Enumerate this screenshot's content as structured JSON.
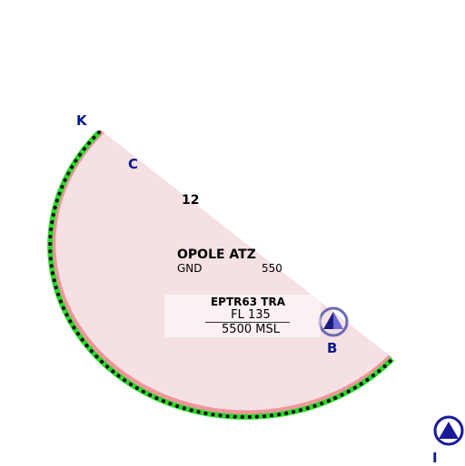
{
  "map": {
    "zones": [
      {
        "name": "OPOLE ATZ",
        "lower_limit": "GND",
        "upper_limit_partial": "550",
        "partial_label": "12"
      },
      {
        "name": "EPTR63 TRA",
        "upper_limit": "FL 135",
        "lower_limit": "5500 MSL"
      }
    ],
    "waypoints": [
      {
        "id": "K",
        "label": "K",
        "symbol": "none"
      },
      {
        "id": "C",
        "label": "C",
        "symbol": "none"
      },
      {
        "id": "B",
        "label": "B",
        "symbol": "triangle-in-circle-icon"
      },
      {
        "id": "I",
        "label": "I",
        "symbol": "triangle-in-circle-icon"
      }
    ],
    "colors": {
      "zone_fill": "#f5e1e3",
      "zone_border": "#f0969b",
      "dotted_edge_green": "#2fd62f",
      "dotted_edge_black": "#000000",
      "waypoint_blue": "#0a1a8c",
      "vor_blue": "#1a1a99"
    }
  }
}
